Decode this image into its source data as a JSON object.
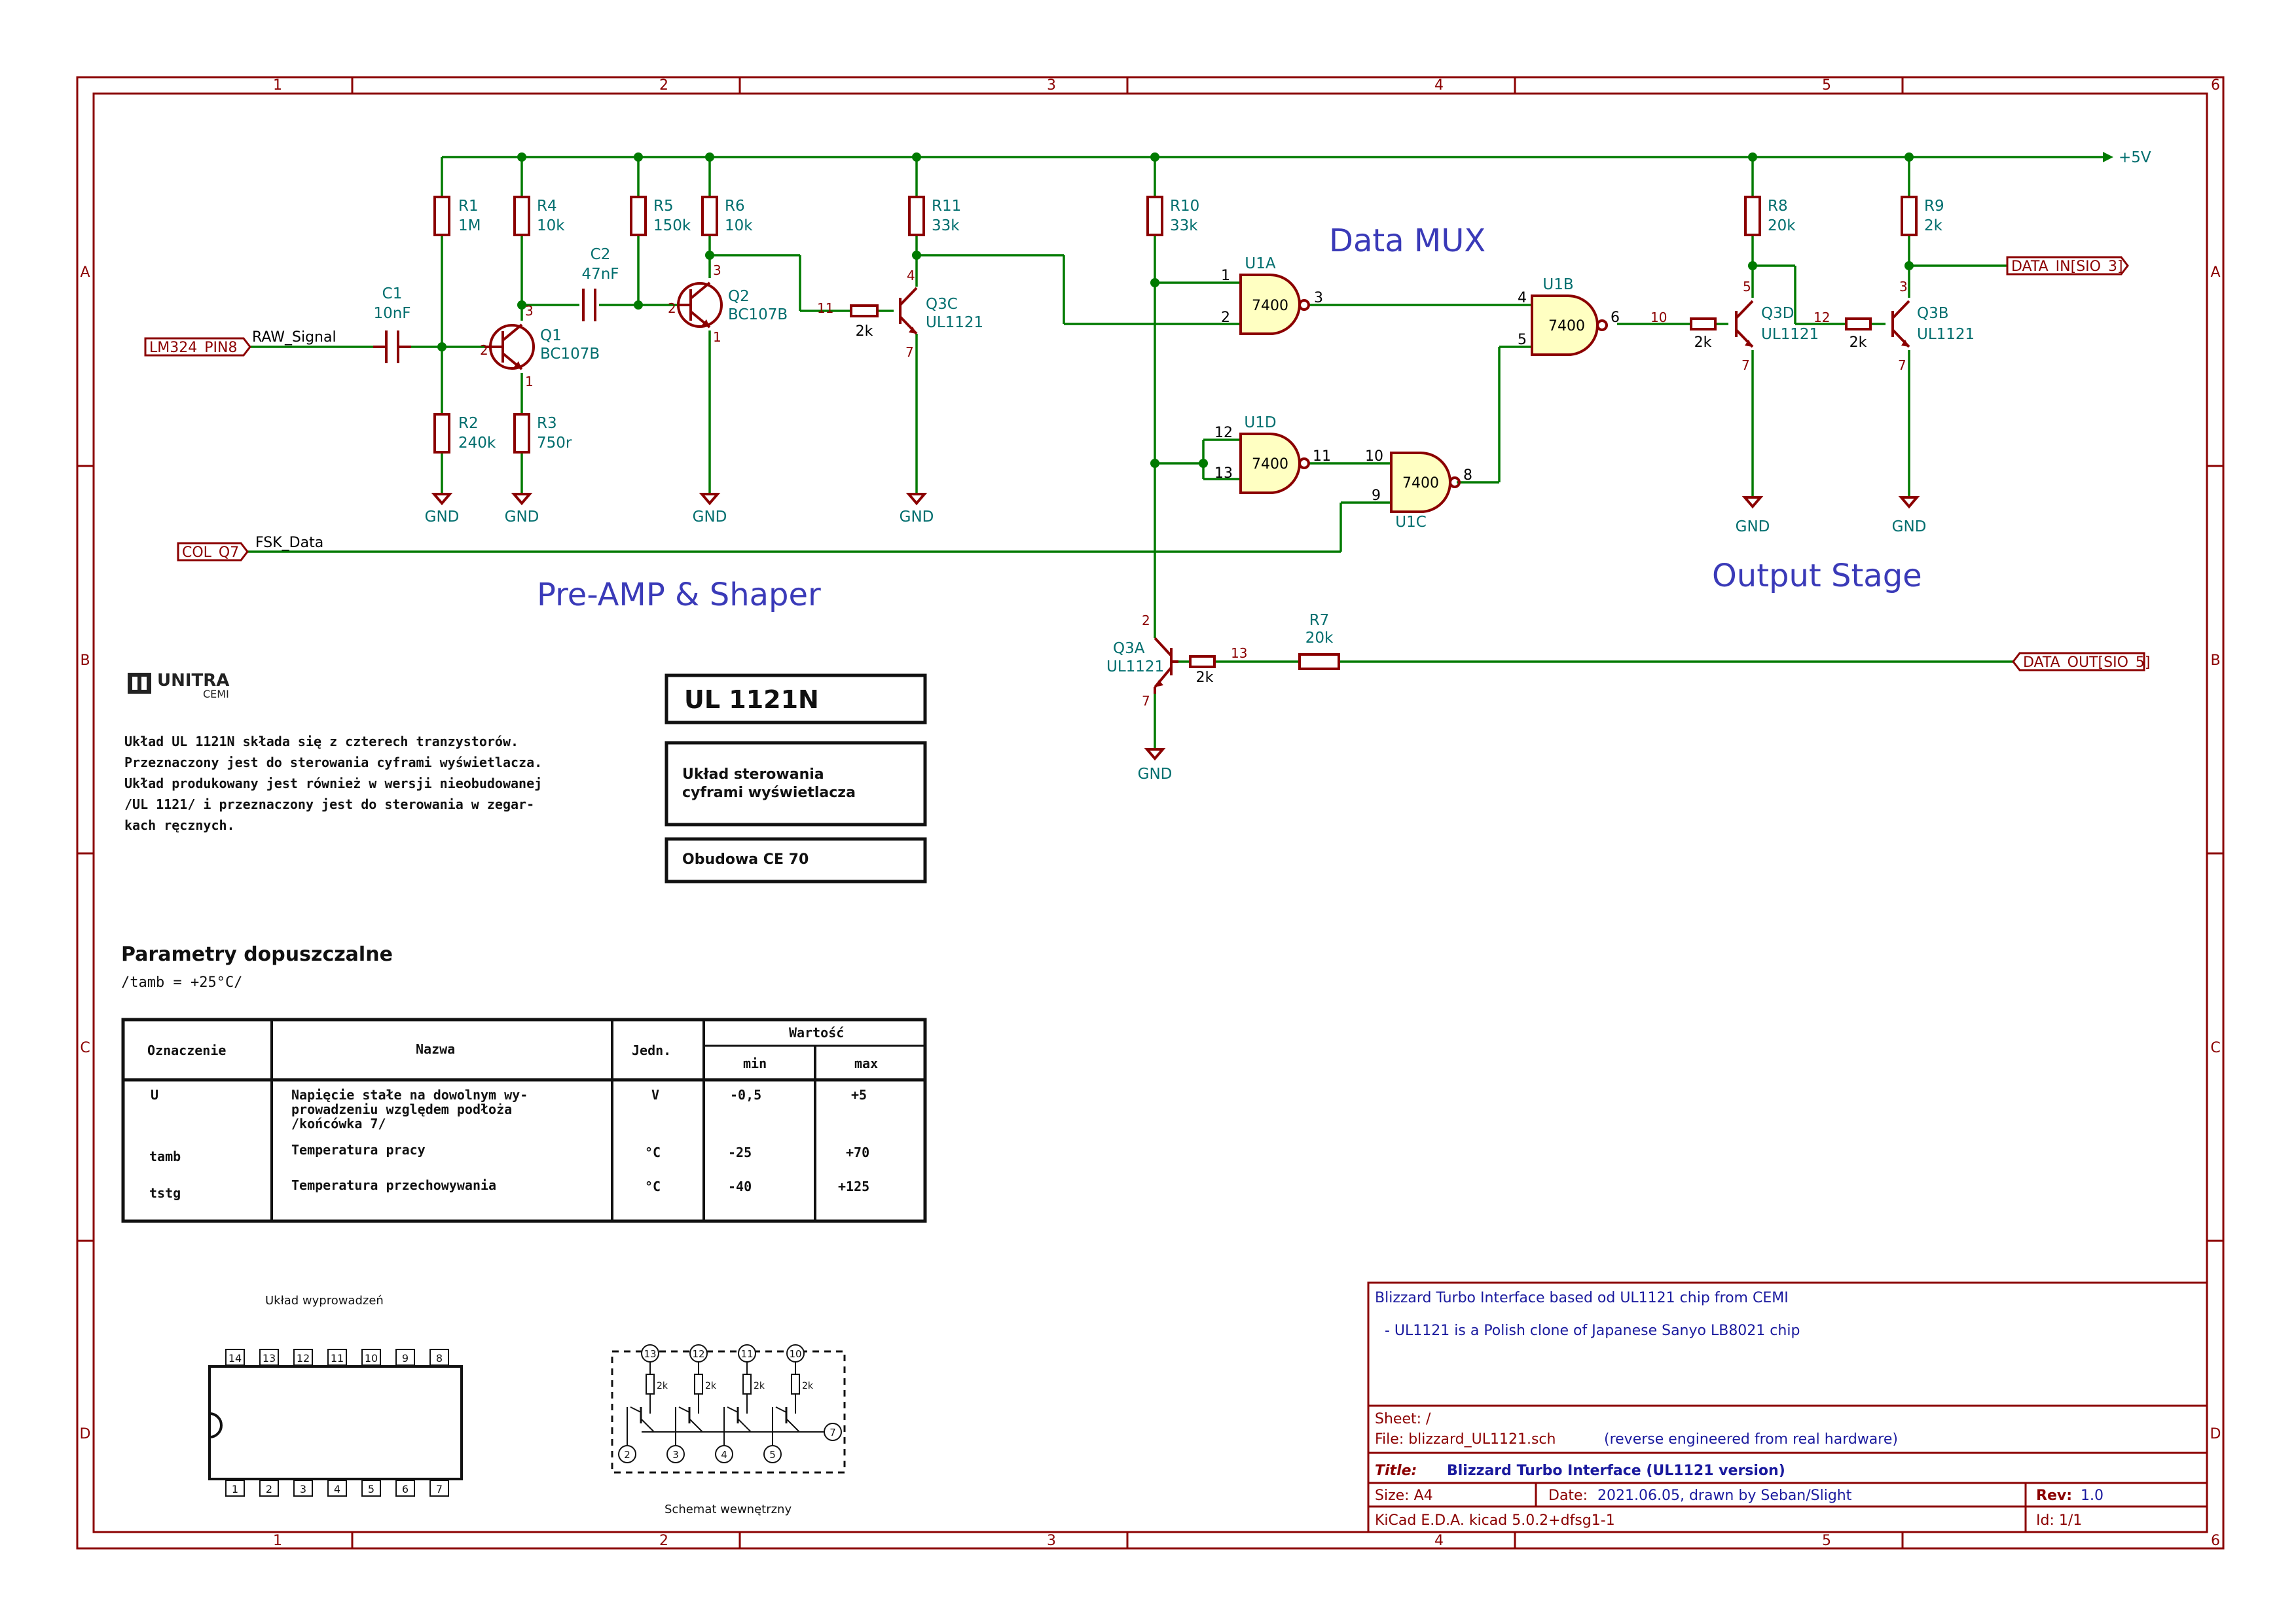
{
  "frame": {
    "columns": [
      "1",
      "2",
      "3",
      "4",
      "5",
      "6"
    ],
    "rows": [
      "A",
      "B",
      "C",
      "D"
    ]
  },
  "notes": {
    "preamp": "Pre-AMP & Shaper",
    "mux": "Data MUX",
    "output": "Output Stage"
  },
  "power": {
    "vcc": "+5V",
    "gnd": "GND"
  },
  "labels": {
    "raw_in": "LM324_PIN8",
    "raw_net": "RAW_Signal",
    "col": "COL_Q7",
    "fsk_net": "FSK_Data",
    "data_in": "DATA_IN[SIO_3]",
    "data_out": "DATA_OUT[SIO_5]"
  },
  "components": {
    "R1": {
      "ref": "R1",
      "value": "1M"
    },
    "R2": {
      "ref": "R2",
      "value": "240k"
    },
    "R3": {
      "ref": "R3",
      "value": "750r"
    },
    "R4": {
      "ref": "R4",
      "value": "10k"
    },
    "R5": {
      "ref": "R5",
      "value": "150k"
    },
    "R6": {
      "ref": "R6",
      "value": "10k"
    },
    "R7": {
      "ref": "R7",
      "value": "20k"
    },
    "R8": {
      "ref": "R8",
      "value": "20k"
    },
    "R9": {
      "ref": "R9",
      "value": "2k"
    },
    "R10": {
      "ref": "R10",
      "value": "33k"
    },
    "R11": {
      "ref": "R11",
      "value": "33k"
    },
    "C1": {
      "ref": "C1",
      "value": "10nF"
    },
    "C2": {
      "ref": "C2",
      "value": "47nF"
    },
    "Q1": {
      "ref": "Q1",
      "value": "BC107B"
    },
    "Q2": {
      "ref": "Q2",
      "value": "BC107B"
    },
    "Q3A": {
      "ref": "Q3A",
      "value": "UL1121"
    },
    "Q3B": {
      "ref": "Q3B",
      "value": "UL1121"
    },
    "Q3C": {
      "ref": "Q3C",
      "value": "UL1121"
    },
    "Q3D": {
      "ref": "Q3D",
      "value": "UL1121"
    },
    "U1A": {
      "ref": "U1A",
      "value": "7400"
    },
    "U1B": {
      "ref": "U1B",
      "value": "7400"
    },
    "U1C": {
      "ref": "U1C",
      "value": "7400"
    },
    "U1D": {
      "ref": "U1D",
      "value": "7400"
    },
    "base_r": "2k"
  },
  "pins": {
    "p1": "1",
    "p2": "2",
    "p3": "3",
    "p4": "4",
    "p5": "5",
    "p6": "6",
    "p7": "7",
    "p8": "8",
    "p9": "9",
    "p10": "10",
    "p11": "11",
    "p12": "12",
    "p13": "13"
  },
  "datasheet": {
    "brand_top": "UNITRA",
    "brand_bottom": "CEMI",
    "part": "UL 1121N",
    "description": [
      "Układ sterowania",
      "cyframi wyświetlacza"
    ],
    "package": "Obudowa CE 70",
    "body": [
      "Układ UL 1121N składa  się  z  czterech  tranzystorów.",
      "Przeznaczony jest do sterowania  cyframi wyświetlacza.",
      "Układ produkowany jest  również w wersji nieobudowanej",
      "/UL 1121/ i przeznaczony jest do  sterowania  w zegar-",
      "kach ręcznych."
    ],
    "params_title": "Parametry dopuszczalne",
    "params_cond": "/tamb = +25°C/",
    "table": {
      "headers": {
        "symbol": "Oznaczenie",
        "name": "Nazwa",
        "unit": "Jedn.",
        "value": "Wartość",
        "min": "min",
        "max": "max"
      },
      "rows": [
        {
          "symbol": "U",
          "name": [
            "Napięcie stałe na dowolnym wy-",
            "prowadzeniu względem podłoża",
            "/końcówka 7/"
          ],
          "unit": "V",
          "min": "-0,5",
          "max": "+5"
        },
        {
          "symbol": "tamb",
          "name": [
            "Temperatura pracy"
          ],
          "unit": "°C",
          "min": "-25",
          "max": "+70"
        },
        {
          "symbol": "tstg",
          "name": [
            "Temperatura przechowywania"
          ],
          "unit": "°C",
          "min": "-40",
          "max": "+125"
        }
      ]
    },
    "pinout_title": "Układ wyprowadzeń",
    "pinout_top": [
      "14",
      "13",
      "12",
      "11",
      "10",
      "9",
      "8"
    ],
    "pinout_bottom": [
      "1",
      "2",
      "3",
      "4",
      "5",
      "6",
      "7"
    ],
    "internal_title": "Schemat wewnętrzny",
    "internal_top": [
      "13",
      "12",
      "11",
      "10"
    ],
    "internal_bottom": [
      "2",
      "3",
      "4",
      "5"
    ],
    "internal_common": "7",
    "internal_r": "2k"
  },
  "title_block": {
    "comment1": "Blizzard Turbo Interface based od UL1121 chip from CEMI",
    "comment2": "- UL1121 is a Polish clone of Japanese Sanyo LB8021 chip",
    "sheet": "Sheet: /",
    "file": "File: blizzard_UL1121.sch",
    "file_note": "(reverse engineered from real hardware)",
    "title_label": "Title:",
    "title": "Blizzard Turbo Interface (UL1121 version)",
    "size": "Size: A4",
    "date_label": "Date:",
    "date": "2021.06.05, drawn by Seban/Slight",
    "rev_label": "Rev:",
    "rev": "1.0",
    "tool": "KiCad E.D.A.  kicad 5.0.2+dfsg1-1",
    "id": "Id: 1/1"
  }
}
